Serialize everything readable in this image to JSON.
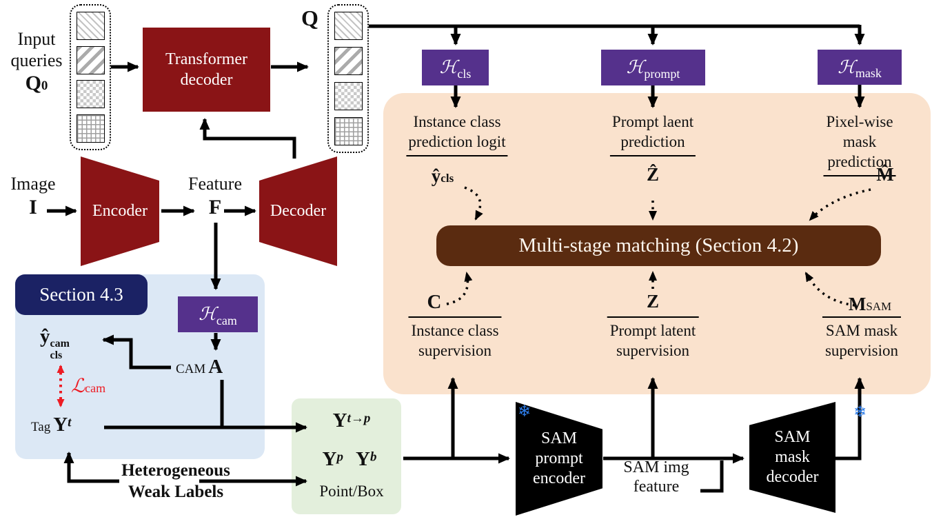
{
  "colors": {
    "dark_red": "#8a1416",
    "purple": "#55318c",
    "navy": "#1b2264",
    "brown": "#5a2b10",
    "peach": "#fae2cd",
    "panel_blue": "#dce8f5",
    "panel_green": "#e3efdc",
    "loss_red": "#ed1c24",
    "frozen_blue": "#2e7de9"
  },
  "top": {
    "input_queries": {
      "line1": "Input",
      "line2": "queries",
      "symbol": "Q",
      "symbol_sub": "0"
    },
    "q_label": "Q",
    "transformer": {
      "line1": "Transformer",
      "line2": "decoder"
    }
  },
  "backbone": {
    "image_label": "Image",
    "image_symbol": "I",
    "encoder": "Encoder",
    "feature_label": "Feature",
    "feature_symbol": "F",
    "decoder": "Decoder"
  },
  "heads": {
    "cls": {
      "base": "ℋ",
      "sub": "cls"
    },
    "prompt": {
      "base": "ℋ",
      "sub": "prompt"
    },
    "mask": {
      "base": "ℋ",
      "sub": "mask"
    },
    "cam": {
      "base": "ℋ",
      "sub": "cam"
    }
  },
  "matching_panel": {
    "predictions": {
      "cls": {
        "line1": "Instance class",
        "line2": "prediction logit",
        "symbol": "ŷ",
        "symbol_sub": "cls"
      },
      "prompt": {
        "line1": "Prompt laent",
        "line2": "prediction",
        "symbol": "Ẑ"
      },
      "mask": {
        "line1": "Pixel-wise mask",
        "line2": "prediction",
        "symbol": "M̂"
      }
    },
    "matching_box": "Multi-stage matching (Section 4.2)",
    "supervisions": {
      "cls": {
        "symbol": "C",
        "line1": "Instance class",
        "line2": "supervision"
      },
      "prompt": {
        "symbol": "Z",
        "line1": "Prompt latent",
        "line2": "supervision"
      },
      "mask": {
        "symbol": "M",
        "symbol_sub": "SAM",
        "line1": "SAM mask",
        "line2": "supervision"
      }
    }
  },
  "cam_panel": {
    "title": "Section 4.3",
    "pred_symbol": {
      "base": "ŷ",
      "sup": "cam",
      "sub": "cls"
    },
    "loss": {
      "base": "ℒ",
      "sub": "cam"
    },
    "cam": {
      "label": "CAM",
      "symbol": "A"
    },
    "tag": {
      "label": "Tag",
      "symbol": "Y",
      "sup": "t"
    }
  },
  "weak_labels": {
    "line1": "Heterogeneous",
    "line2": "Weak Labels"
  },
  "prompts_box": {
    "ytp": {
      "base": "Y",
      "sup": "t→p"
    },
    "yp": {
      "base": "Y",
      "sup": "p"
    },
    "yb": {
      "base": "Y",
      "sup": "b"
    },
    "caption": "Point/Box"
  },
  "sam": {
    "prompt_encoder": {
      "line1": "SAM",
      "line2": "prompt",
      "line3": "encoder"
    },
    "img_feature": {
      "line1": "SAM img",
      "line2": "feature"
    },
    "mask_decoder": {
      "line1": "SAM",
      "line2": "mask",
      "line3": "decoder"
    },
    "frozen_icon": "❄"
  }
}
